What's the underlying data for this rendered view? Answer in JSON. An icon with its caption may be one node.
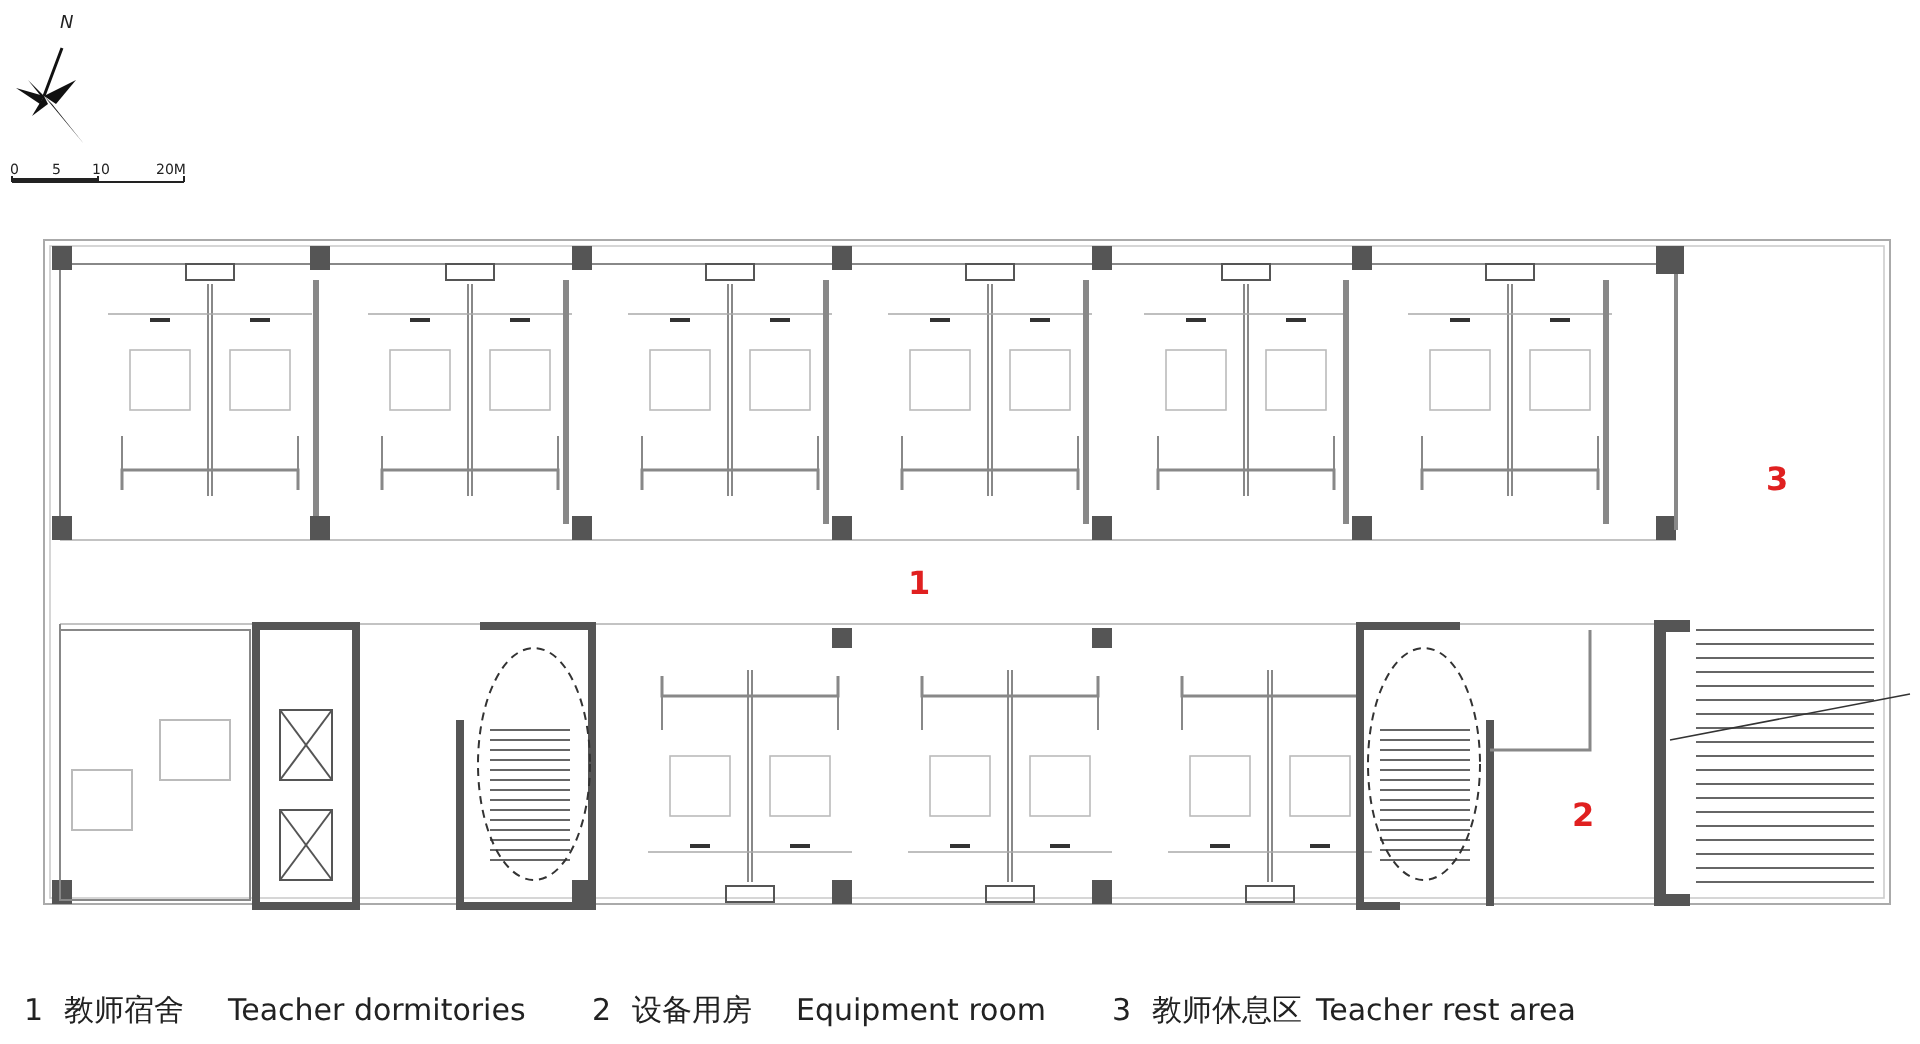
{
  "diagram": {
    "labels": [
      "N",
      "0",
      "5",
      "10",
      "20M",
      "3",
      "1",
      "2",
      "1",
      "教师宿舍",
      "Teacher dormitories",
      "2",
      "设备用房",
      "Equipment room",
      "3",
      "教师休息区",
      "Teacher rest area"
    ]
  }
}
